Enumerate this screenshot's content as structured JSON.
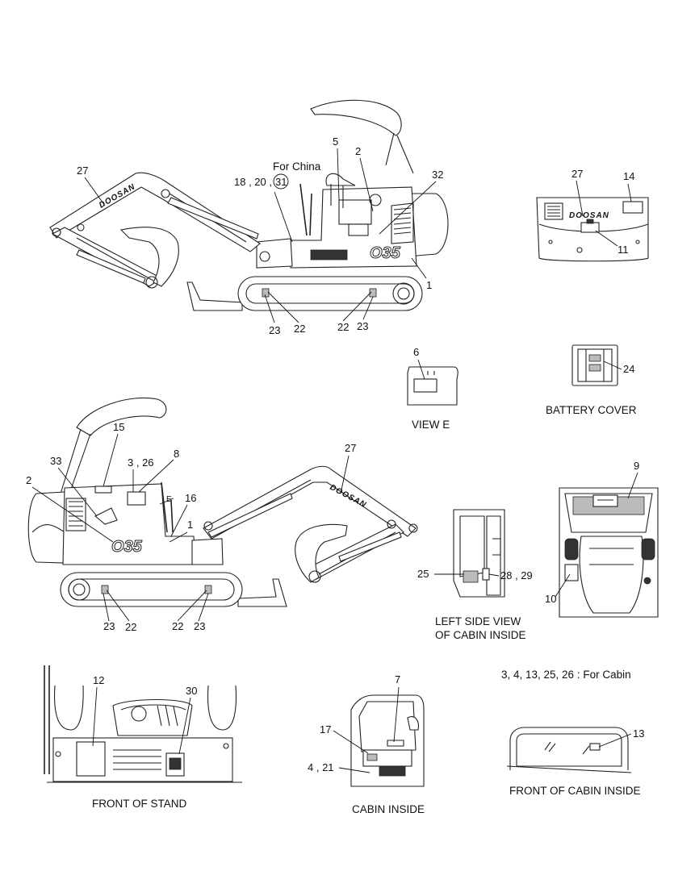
{
  "labels": {
    "for_china": "For China",
    "cabin_note": "3, 4, 13, 25, 26 : For Cabin",
    "brand_logo": "DOOSAN",
    "model_decal": "O35",
    "view_e_marker": "E"
  },
  "captions": {
    "view_e": "VIEW  E",
    "battery_cover": "BATTERY COVER",
    "left_side_view_line1": "LEFT SIDE VIEW",
    "left_side_view_line2": "OF CABIN INSIDE",
    "front_of_stand": "FRONT OF STAND",
    "cabin_inside": "CABIN INSIDE",
    "front_of_cabin_inside": "FRONT OF CABIN INSIDE"
  },
  "callouts": {
    "top_view": {
      "c27": "27",
      "c18_20": "18 , 20 ,",
      "c31": "31",
      "c5": "5",
      "c2": "2",
      "c32": "32",
      "c1": "1",
      "c23a": "23",
      "c22a": "22",
      "c22b": "22",
      "c23b": "23"
    },
    "battery_cover_top": {
      "c27": "27",
      "c14": "14",
      "c11": "11"
    },
    "view_e": {
      "c6": "6"
    },
    "battery_cover": {
      "c24": "24"
    },
    "lower_view": {
      "c15": "15",
      "c8": "8",
      "c3_26": "3 , 26",
      "c33": "33",
      "c2": "2",
      "c16": "16",
      "c1": "1",
      "c27": "27",
      "c23a": "23",
      "c22a": "22",
      "c22b": "22",
      "c23b": "23"
    },
    "seat_view": {
      "c9": "9",
      "c10": "10"
    },
    "left_side_view": {
      "c25": "25",
      "c28_29": "28 , 29"
    },
    "front_of_stand": {
      "c12": "12",
      "c30": "30"
    },
    "cabin_inside": {
      "c7": "7",
      "c17": "17",
      "c4_21": "4 , 21"
    },
    "front_of_cabin_inside": {
      "c13": "13"
    }
  }
}
